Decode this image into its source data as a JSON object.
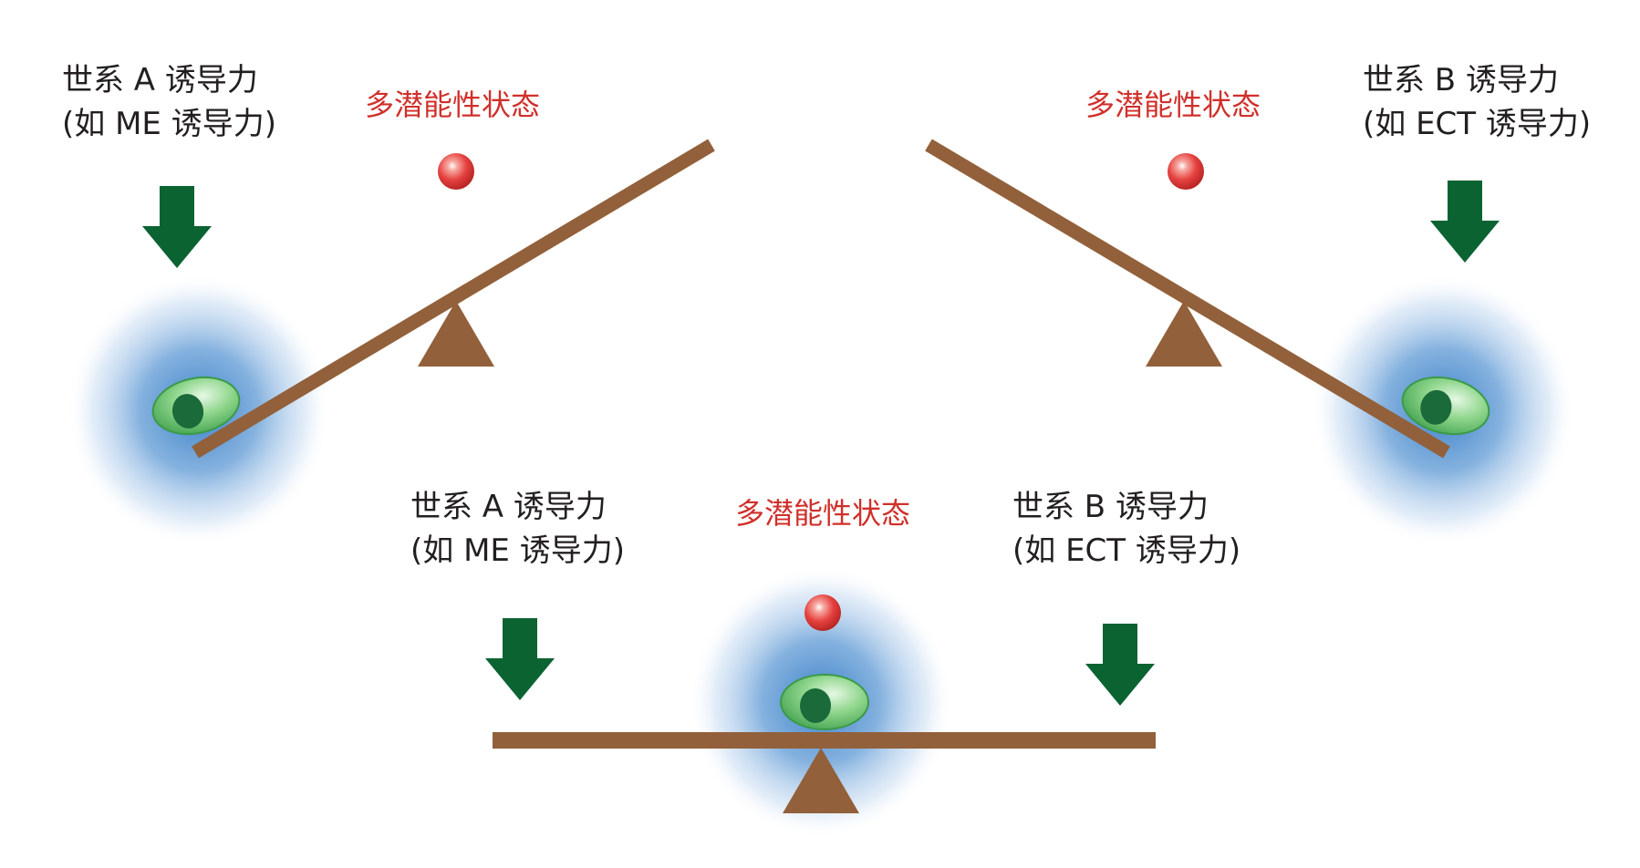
{
  "labels": {
    "lineage_a_force": "世系 A 诱导力",
    "lineage_a_example": "(如 ME 诱导力)",
    "lineage_b_force": "世系 B 诱导力",
    "lineage_b_example": "(如 ECT 诱导力)",
    "pluripotent_state": "多潜能性状态"
  },
  "colors": {
    "board": "#92603a",
    "fulcrum": "#92603a",
    "arrow": "#0b6332",
    "cell_body": "#7bcf7d",
    "nucleus": "#1a6a3a",
    "glow": "#3b80c8",
    "state_text": "#d0302b",
    "ball": "#e5413f",
    "label_text": "#231f20"
  },
  "icons": [
    "down-arrow-icon",
    "cell-icon",
    "pluripotent-ball-icon",
    "fulcrum-icon"
  ]
}
